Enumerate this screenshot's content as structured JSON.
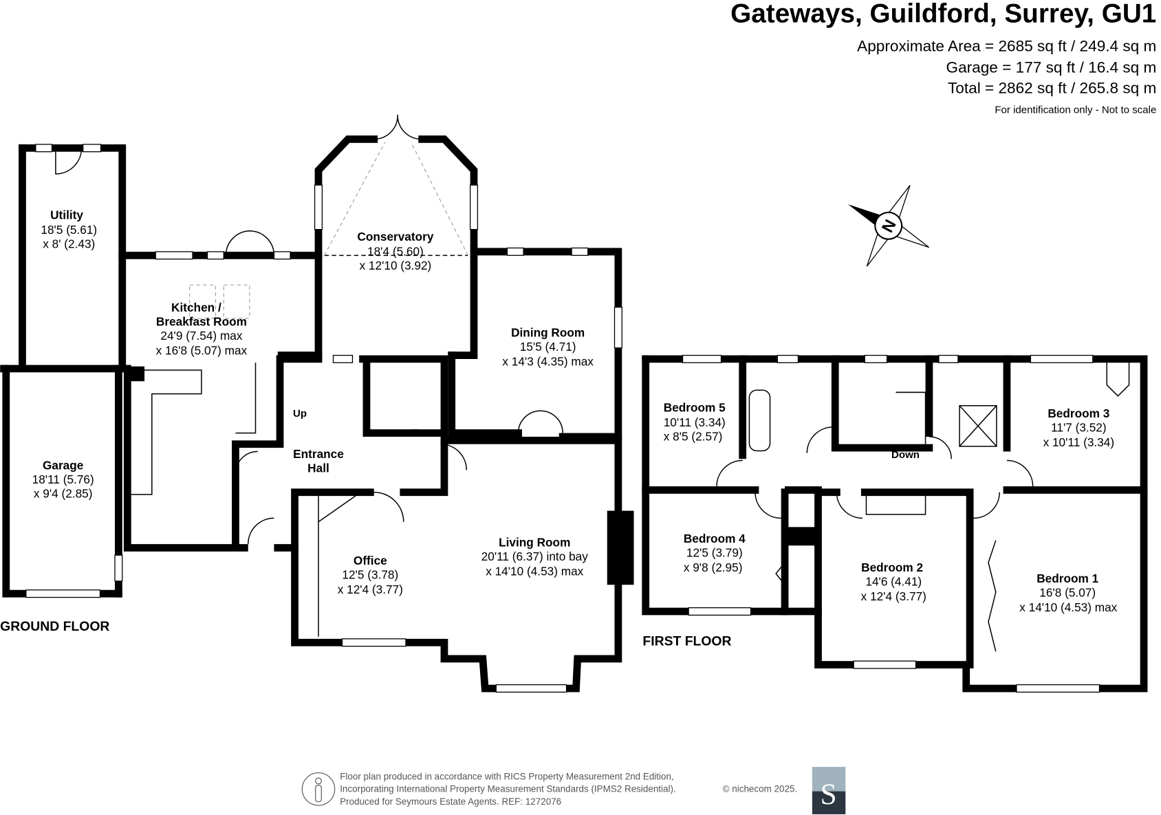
{
  "header": {
    "title": "Gateways, Guildford, Surrey, GU1",
    "area_lines": [
      "Approximate Area = 2685 sq ft / 249.4 sq m",
      "Garage = 177 sq ft / 16.4 sq m",
      "Total = 2862 sq ft / 265.8 sq m"
    ],
    "disclaimer": "For identification only - Not to scale"
  },
  "floors": {
    "ground": "GROUND FLOOR",
    "first": "FIRST FLOOR"
  },
  "stairs": {
    "up": "Up",
    "down": "Down"
  },
  "compass": {
    "label": "N"
  },
  "rooms": {
    "utility": {
      "name": "Utility",
      "dims": [
        "18'5 (5.61)",
        "x 8' (2.43)"
      ]
    },
    "kitchen": {
      "name": [
        "Kitchen /",
        "Breakfast Room"
      ],
      "dims": [
        "24'9 (7.54) max",
        "x 16'8 (5.07) max"
      ]
    },
    "conservatory": {
      "name": "Conservatory",
      "dims": [
        "18'4 (5.60)",
        "x 12'10 (3.92)"
      ]
    },
    "dining": {
      "name": "Dining Room",
      "dims": [
        "15'5 (4.71)",
        "x 14'3 (4.35) max"
      ]
    },
    "garage": {
      "name": "Garage",
      "dims": [
        "18'11 (5.76)",
        "x 9'4 (2.85)"
      ]
    },
    "entrance": {
      "name": [
        "Entrance",
        "Hall"
      ]
    },
    "office": {
      "name": "Office",
      "dims": [
        "12'5 (3.78)",
        "x 12'4 (3.77)"
      ]
    },
    "living": {
      "name": "Living Room",
      "dims": [
        "20'11 (6.37) into bay",
        "x 14'10 (4.53) max"
      ]
    },
    "bedroom5": {
      "name": "Bedroom 5",
      "dims": [
        "10'11 (3.34)",
        "x 8'5 (2.57)"
      ]
    },
    "bedroom3": {
      "name": "Bedroom 3",
      "dims": [
        "11'7 (3.52)",
        "x 10'11 (3.34)"
      ]
    },
    "bedroom4": {
      "name": "Bedroom 4",
      "dims": [
        "12'5 (3.79)",
        "x 9'8 (2.95)"
      ]
    },
    "bedroom2": {
      "name": "Bedroom 2",
      "dims": [
        "14'6 (4.41)",
        "x 12'4 (3.77)"
      ]
    },
    "bedroom1": {
      "name": "Bedroom 1",
      "dims": [
        "16'8 (5.07)",
        "x 14'10 (4.53) max"
      ]
    }
  },
  "footer": {
    "lines": [
      "Floor plan produced in accordance with RICS Property Measurement 2nd Edition,",
      "Incorporating International Property Measurement Standards (IPMS2 Residential).",
      "Produced for Seymours Estate Agents.   REF: 1272076"
    ],
    "copyright": "© nichecom 2025.",
    "logo_letter": "S"
  },
  "colors": {
    "logo_top": "#9fb2bd",
    "logo_bottom": "#2b3640"
  }
}
